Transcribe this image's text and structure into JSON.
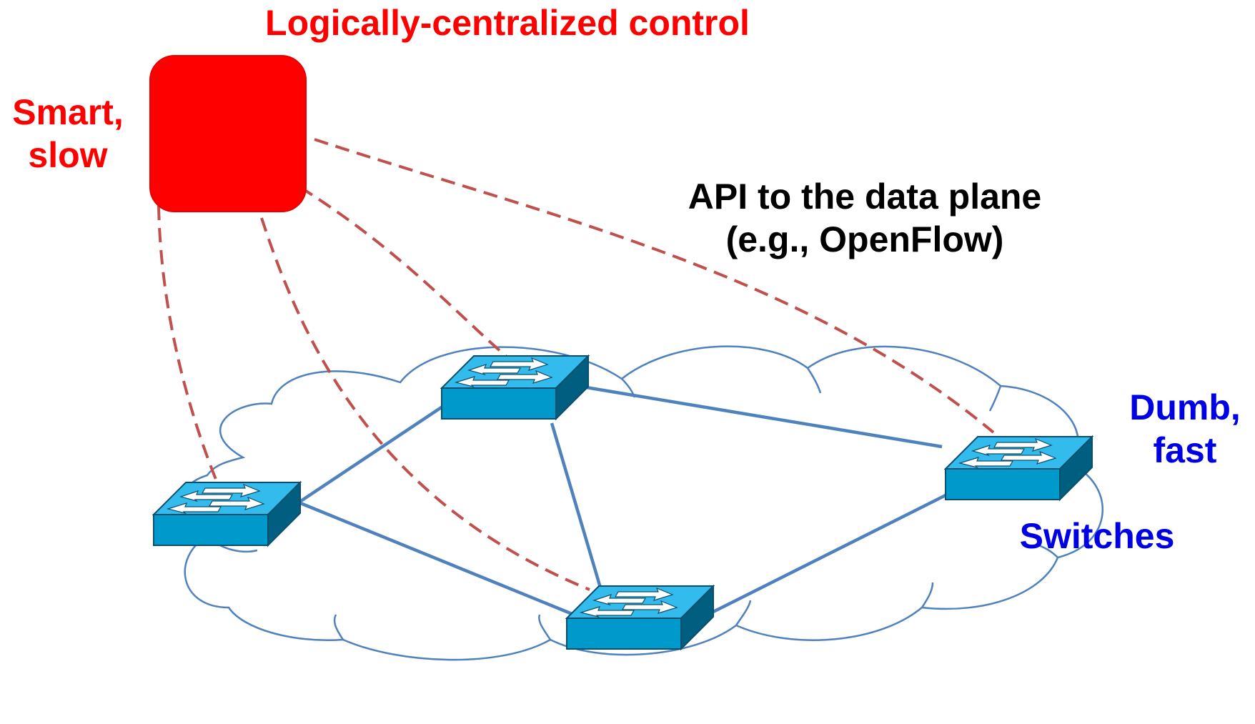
{
  "colors": {
    "controller": "#ff0000",
    "controller_text": "#ff0000",
    "switch_text": "#0000e6",
    "api_text": "#000000",
    "control_link": "#c0504d",
    "data_link": "#4f81bd",
    "cloud_outline": "#4f81bd",
    "switch_front": "#0099cc",
    "switch_top": "#33bbee",
    "switch_side": "#005f80"
  },
  "labels": {
    "title": "Logically-centralized control",
    "controller_line1": "Smart,",
    "controller_line2": "slow",
    "api_line1": "API to the data plane",
    "api_line2": "(e.g., OpenFlow)",
    "switch_line1": "Dumb,",
    "switch_line2": "fast",
    "switches": "Switches"
  },
  "diagram": {
    "controller": {
      "shape": "rounded-square"
    },
    "switches": [
      "switch-top",
      "switch-left",
      "switch-right",
      "switch-bottom"
    ],
    "data_links": [
      [
        "switch-left",
        "switch-top"
      ],
      [
        "switch-left",
        "switch-bottom"
      ],
      [
        "switch-top",
        "switch-right"
      ],
      [
        "switch-top",
        "switch-bottom"
      ],
      [
        "switch-bottom",
        "switch-right"
      ]
    ],
    "control_links": [
      "switch-left",
      "switch-bottom",
      "switch-top",
      "switch-right"
    ]
  }
}
